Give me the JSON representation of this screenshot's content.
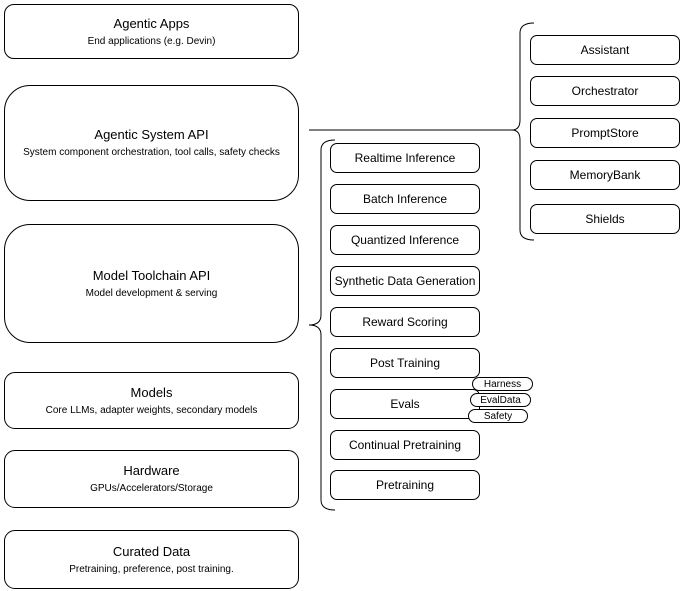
{
  "diagram": {
    "left_stack": [
      {
        "title": "Agentic Apps",
        "subtitle": "End applications (e.g. Devin)"
      },
      {
        "title": "Agentic System API",
        "subtitle": "System component orchestration, tool calls, safety checks"
      },
      {
        "title": "Model Toolchain API",
        "subtitle": "Model development & serving"
      },
      {
        "title": "Models",
        "subtitle": "Core LLMs, adapter weights, secondary models"
      },
      {
        "title": "Hardware",
        "subtitle": "GPUs/Accelerators/Storage"
      },
      {
        "title": "Curated Data",
        "subtitle": "Pretraining, preference, post training."
      }
    ],
    "toolchain_components": [
      "Realtime Inference",
      "Batch Inference",
      "Quantized Inference",
      "Synthetic Data Generation",
      "Reward Scoring",
      "Post Training",
      "Evals",
      "Continual Pretraining",
      "Pretraining"
    ],
    "eval_badges": [
      "Harness",
      "EvalData",
      "Safety"
    ],
    "system_components": [
      "Assistant",
      "Orchestrator",
      "PromptStore",
      "MemoryBank",
      "Shields"
    ],
    "colors": {
      "stroke": "#000000",
      "fill": "#ffffff",
      "background": "#ffffff",
      "text": "#000000"
    }
  }
}
